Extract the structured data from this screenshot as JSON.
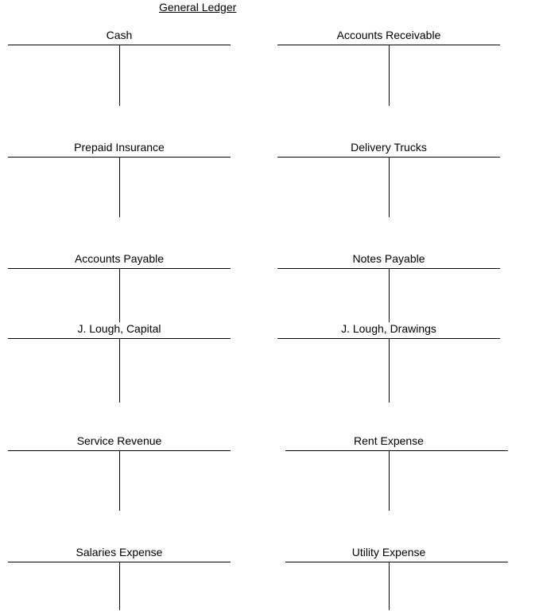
{
  "title": "General Ledger",
  "accounts": [
    {
      "name": "Cash"
    },
    {
      "name": "Accounts Receivable"
    },
    {
      "name": "Prepaid Insurance"
    },
    {
      "name": "Delivery Trucks"
    },
    {
      "name": "Accounts Payable"
    },
    {
      "name": "Notes Payable"
    },
    {
      "name": "J. Lough, Capital"
    },
    {
      "name": "J. Lough, Drawings"
    },
    {
      "name": "Service Revenue"
    },
    {
      "name": "Rent Expense"
    },
    {
      "name": "Salaries Expense"
    },
    {
      "name": "Utility Expense"
    }
  ]
}
